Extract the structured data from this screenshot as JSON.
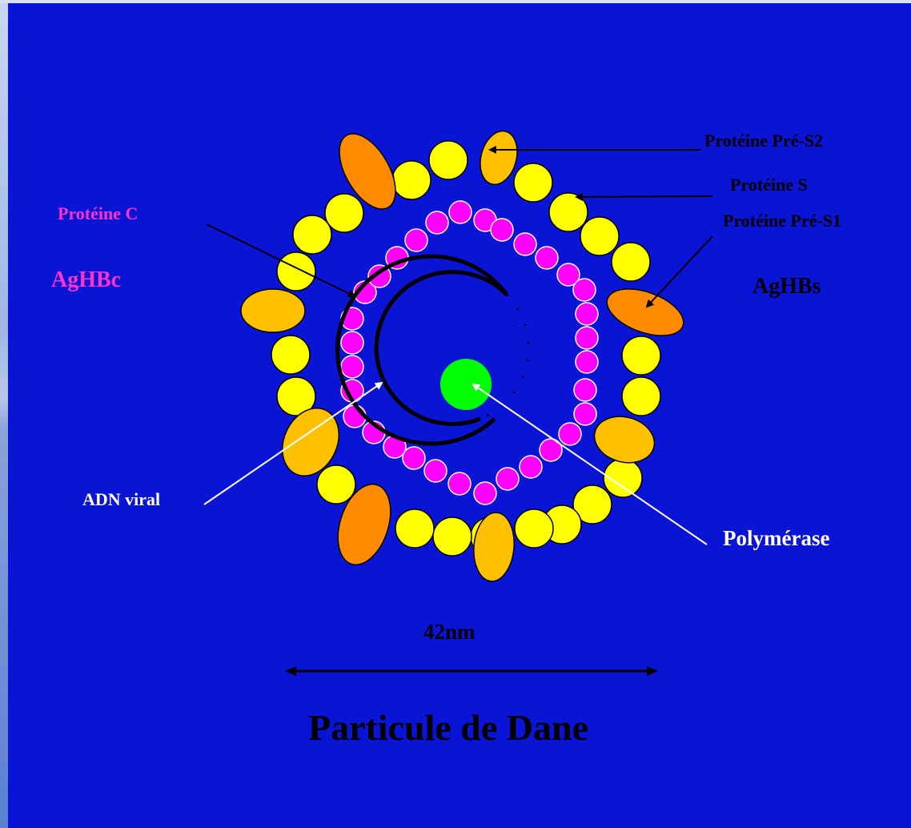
{
  "title": "Particule de Dane",
  "scale_label": "42nm",
  "labels": {
    "pre_s2": "Protéine Pré-S2",
    "s": "Protéine S",
    "pre_s1": "Protéine Pré-S1",
    "aghbs": "AgHBs",
    "protein_c": "Protéine C",
    "aghbc": "AgHBc",
    "dna": "ADN viral",
    "polymerase": "Polymérase"
  },
  "colors": {
    "background": "#0a14d4",
    "protein_s": "#ffff00",
    "pre_s2": "#ffc000",
    "pre_s1": "#ff8c00",
    "protein_c": "#ff00ff",
    "polymerase": "#00ff00",
    "dna": "#000000"
  }
}
